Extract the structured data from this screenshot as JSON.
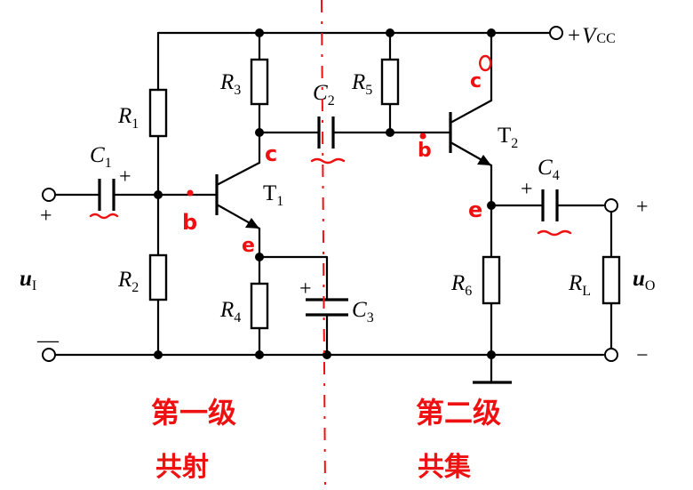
{
  "labels": {
    "vcc": {
      "sign": "+",
      "main": "V",
      "sub": "CC"
    },
    "r1": {
      "main": "R",
      "sub": "1"
    },
    "r2": {
      "main": "R",
      "sub": "2"
    },
    "r3": {
      "main": "R",
      "sub": "3"
    },
    "r4": {
      "main": "R",
      "sub": "4"
    },
    "r5": {
      "main": "R",
      "sub": "5"
    },
    "r6": {
      "main": "R",
      "sub": "6"
    },
    "rl": {
      "main": "R",
      "sub": "L"
    },
    "c1": {
      "main": "C",
      "sub": "1"
    },
    "c2": {
      "main": "C",
      "sub": "2"
    },
    "c3": {
      "main": "C",
      "sub": "3"
    },
    "c4": {
      "main": "C",
      "sub": "4"
    },
    "t1": {
      "main": "T",
      "sub": "1"
    },
    "t2": {
      "main": "T",
      "sub": "2"
    },
    "ui": {
      "main": "u",
      "sub": "I"
    },
    "uo": {
      "main": "u",
      "sub": "O"
    }
  },
  "symbols": {
    "plus": "+",
    "minus": "−",
    "input_minus": "—"
  },
  "annotations": {
    "stage1_base": "b",
    "stage1_collector": "c",
    "stage1_emitter": "e",
    "stage2_base": "b",
    "stage2_collector": "c",
    "stage2_emitter": "e",
    "stage1_title": "第一级",
    "stage1_type": "共射",
    "stage2_title": "第二级",
    "stage2_type": "共集"
  },
  "colors": {
    "wire": "#000000",
    "annotation": "#ee1111"
  }
}
